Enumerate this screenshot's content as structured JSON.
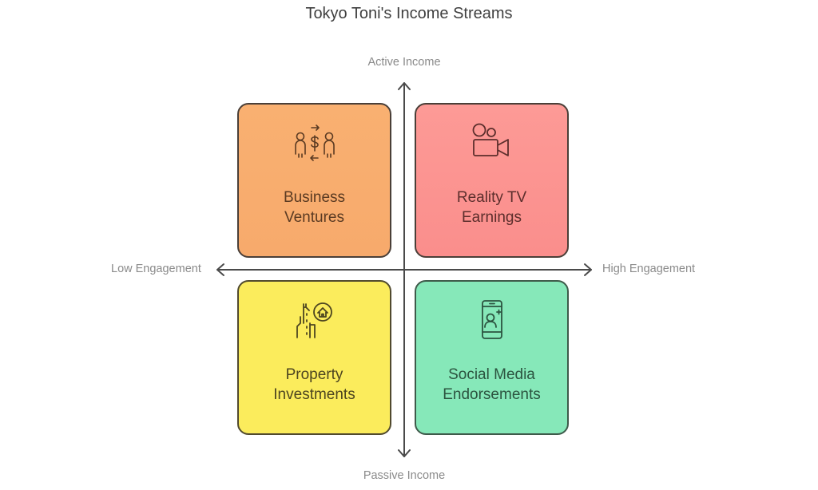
{
  "title": "Tokyo Toni's Income Streams",
  "axes": {
    "top": "Active Income",
    "bottom": "Passive Income",
    "left": "Low Engagement",
    "right": "High Engagement"
  },
  "quadrants": [
    {
      "position": "top-left",
      "line1": "Business",
      "line2": "Ventures",
      "icon": "business-exchange-icon",
      "color": "#f9b071"
    },
    {
      "position": "top-right",
      "line1": "Reality TV",
      "line2": "Earnings",
      "icon": "video-camera-icon",
      "color": "#fd9a96"
    },
    {
      "position": "bottom-left",
      "line1": "Property",
      "line2": "Investments",
      "icon": "building-home-icon",
      "color": "#fbec5c"
    },
    {
      "position": "bottom-right",
      "line1": "Social Media",
      "line2": "Endorsements",
      "icon": "phone-add-user-icon",
      "color": "#86e8b9"
    }
  ]
}
